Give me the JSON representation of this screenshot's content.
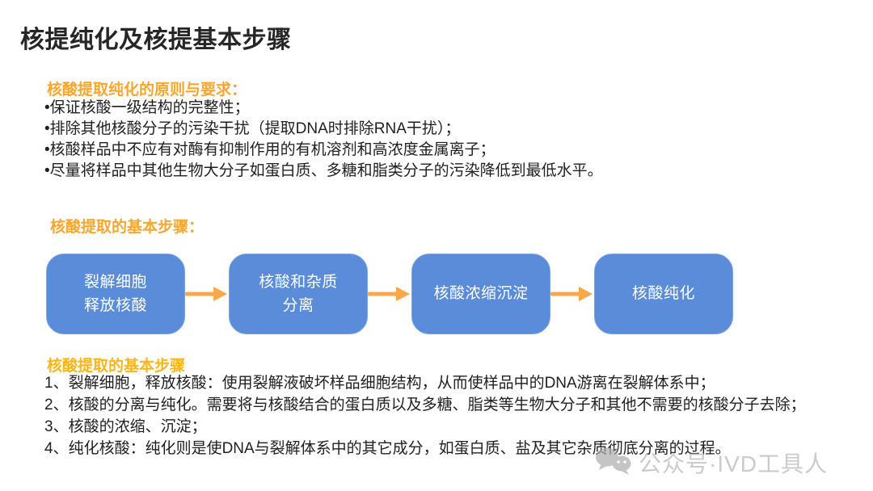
{
  "slide": {
    "title": "核提纯化及核提基本步骤"
  },
  "principles": {
    "heading": "核酸提取纯化的原则与要求：",
    "items": [
      "•保证核酸一级结构的完整性；",
      "•排除其他核酸分子的污染干扰（提取DNA时排除RNA干扰）；",
      "•核酸样品中不应有对酶有抑制作用的有机溶剂和高浓度金属离子；",
      "•尽量将样品中其他生物大分子如蛋白质、多糖和脂类分子的污染降低到最低水平。"
    ]
  },
  "flow": {
    "heading": "核酸提取的基本步骤：",
    "steps": [
      "裂解细胞\n释放核酸",
      "核酸和杂质\n分离",
      "核酸浓缩沉淀",
      "核酸纯化"
    ]
  },
  "details": {
    "heading": "核酸提取的基本步骤",
    "items": [
      "1、裂解细胞，释放核酸：使用裂解液破坏样品细胞结构，从而使样品中的DNA游离在裂解体系中；",
      "2、核酸的分离与纯化。需要将与核酸结合的蛋白质以及多糖、脂类等生物大分子和其他不需要的核酸分子去除；",
      "3、核酸的浓缩、沉淀；",
      "4、纯化核酸：纯化则是使DNA与裂解体系中的其它成分，如蛋白质、盐及其它杂质彻底分离的过程。"
    ]
  },
  "watermark": {
    "icon": "wechat-icon",
    "text": "公众号·IVD工具人"
  },
  "colors": {
    "accent_orange": "#F9A62B",
    "accent_gold": "#FDB515",
    "box_blue": "#5B8CD9",
    "arrow_orange": "#F9A847",
    "body_text": "#1F1F1F",
    "watermark_gray": "#C3C3C3",
    "background": "#FFFFFF"
  }
}
